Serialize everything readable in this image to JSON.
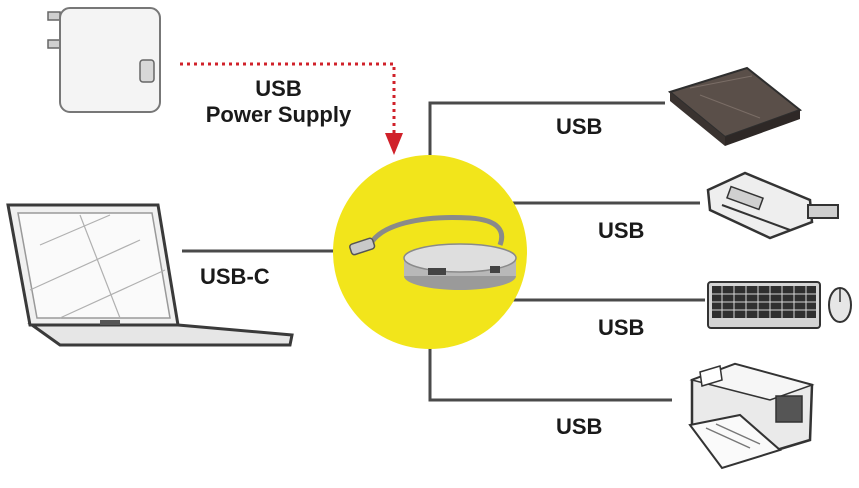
{
  "labels": {
    "power_line1": "USB",
    "power_line2": "Power Supply",
    "laptop_conn": "USB-C",
    "hdd_conn": "USB",
    "cardreader_conn": "USB",
    "keyboard_conn": "USB",
    "printer_conn": "USB"
  },
  "colors": {
    "hub_circle": "#f2e51b",
    "power_arrow": "#d0212a",
    "lines": "#4a4a4a"
  },
  "icons": [
    "power-adapter-icon",
    "laptop-icon",
    "usb-hub-icon",
    "hard-drive-icon",
    "card-reader-icon",
    "keyboard-icon",
    "mouse-icon",
    "printer-icon"
  ]
}
